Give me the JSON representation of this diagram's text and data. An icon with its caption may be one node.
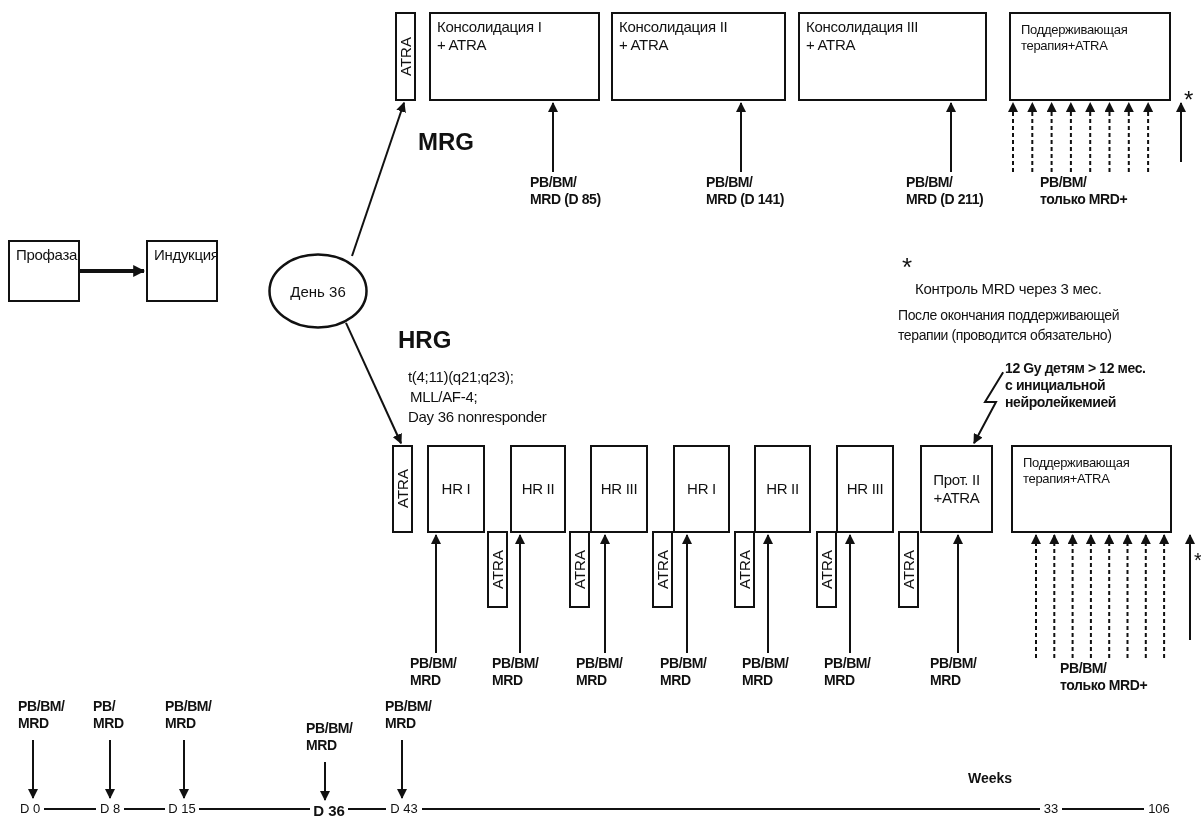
{
  "diagram": {
    "nodes": [
      {
        "text": [
          "Профаза"
        ]
      },
      {
        "text": [
          "Индукция"
        ]
      },
      {
        "text": [
          "День 36"
        ]
      },
      {
        "text": [
          "ATRA"
        ]
      },
      {
        "text": [
          "Консолидация I + ATRA"
        ]
      },
      {
        "text": [
          "Консолидация II + ATRA"
        ]
      },
      {
        "text": [
          "Консолидация III + ATRA"
        ]
      },
      {
        "text": [
          "Поддерживающая терапия+ATRA"
        ]
      },
      {
        "text": [
          "PB/BM/ MRD (D 85)"
        ]
      },
      {
        "text": [
          "PB/BM/ MRD (D 141)"
        ]
      },
      {
        "text": [
          "PB/BM/ MRD (D 211)"
        ]
      },
      {
        "text": [
          "PB/BM/ только MRD+"
        ]
      },
      {
        "text": [
          "ATRA"
        ]
      },
      {
        "text": [
          "HR I"
        ]
      },
      {
        "text": [
          "ATRA"
        ]
      },
      {
        "text": [
          "HR II"
        ]
      },
      {
        "text": [
          "ATRA"
        ]
      },
      {
        "text": [
          "HR III"
        ]
      },
      {
        "text": [
          "ATRA"
        ]
      },
      {
        "text": [
          "HR I"
        ]
      },
      {
        "text": [
          "ATRA"
        ]
      },
      {
        "text": [
          "HR II"
        ]
      },
      {
        "text": [
          "ATRA"
        ]
      },
      {
        "text": [
          "HR III"
        ]
      },
      {
        "text": [
          "ATRA"
        ]
      },
      {
        "text": [
          "Прот. II +ATRA"
        ]
      },
      {
        "text": [
          "Поддерживающая терапия+ATRA"
        ]
      },
      {
        "text": [
          "12 Gy детям > 12 мес. с инициальной нейролейкемией"
        ]
      },
      {
        "text": [
          "PB/BM/ MRD"
        ]
      },
      {
        "text": [
          "PB/BM/ MRD"
        ]
      },
      {
        "text": [
          "PB/BM/ MRD"
        ]
      },
      {
        "text": [
          "PB/BM/ MRD"
        ]
      },
      {
        "text": [
          "PB/BM/ MRD"
        ]
      },
      {
        "text": [
          "PB/BM/ MRD"
        ]
      },
      {
        "text": [
          "PB/BM/ MRD"
        ]
      },
      {
        "text": [
          "PB/BM/ только MRD+"
        ]
      },
      {
        "text": [
          "PB/BM/ MRD"
        ]
      },
      {
        "text": [
          "PB/ MRD"
        ]
      },
      {
        "text": [
          "PB/BM/ MRD"
        ]
      },
      {
        "text": [
          "PB/BM/ MRD"
        ]
      },
      {
        "text": [
          "PB/BM/ MRD"
        ]
      },
      {
        "text": [
          "D 0"
        ]
      },
      {
        "text": [
          "D 8"
        ]
      },
      {
        "text": [
          "D 15"
        ]
      },
      {
        "text": [
          "D 36"
        ]
      },
      {
        "text": [
          "D 43"
        ]
      },
      {
        "text": [
          "33"
        ]
      },
      {
        "text": [
          "106"
        ]
      }
    ],
    "edges": [
      {
        "from": 0,
        "to": 1,
        "arrow": "to",
        "style": "thick"
      },
      {
        "from": 2,
        "to": 3,
        "arrow": "to"
      },
      {
        "from": 2,
        "to": 12,
        "arrow": "to"
      },
      {
        "from": 8,
        "to": 4,
        "arrow": "to"
      },
      {
        "from": 9,
        "to": 5,
        "arrow": "to"
      },
      {
        "from": 10,
        "to": 6,
        "arrow": "to"
      },
      {
        "from": 11,
        "to": 7,
        "arrow": "to",
        "style": "dashed"
      },
      {
        "from": 11,
        "to": 7,
        "arrow": "to",
        "style": "dashed"
      },
      {
        "from": 11,
        "to": 7,
        "arrow": "to",
        "style": "dashed"
      },
      {
        "from": 11,
        "to": 7,
        "arrow": "to",
        "style": "dashed"
      },
      {
        "from": 11,
        "to": 7,
        "arrow": "to",
        "style": "dashed"
      },
      {
        "from": 11,
        "to": 7,
        "arrow": "to",
        "style": "dashed"
      },
      {
        "from": 11,
        "to": 7,
        "arrow": "to",
        "style": "dashed"
      },
      {
        "from": 11,
        "to": 7,
        "arrow": "to",
        "style": "dashed"
      },
      {
        "from": 27,
        "to": 25,
        "arrow": "to"
      },
      {
        "from": 28,
        "to": 13,
        "arrow": "to"
      },
      {
        "from": 29,
        "to": 15,
        "arrow": "to"
      },
      {
        "from": 30,
        "to": 17,
        "arrow": "to"
      },
      {
        "from": 31,
        "to": 19,
        "arrow": "to"
      },
      {
        "from": 32,
        "to": 21,
        "arrow": "to"
      },
      {
        "from": 33,
        "to": 23,
        "arrow": "to"
      },
      {
        "from": 34,
        "to": 25,
        "arrow": "to"
      },
      {
        "from": 35,
        "to": 26,
        "arrow": "to",
        "style": "dashed"
      },
      {
        "from": 35,
        "to": 26,
        "arrow": "to",
        "style": "dashed"
      },
      {
        "from": 35,
        "to": 26,
        "arrow": "to",
        "style": "dashed"
      },
      {
        "from": 35,
        "to": 26,
        "arrow": "to",
        "style": "dashed"
      },
      {
        "from": 35,
        "to": 26,
        "arrow": "to",
        "style": "dashed"
      },
      {
        "from": 35,
        "to": 26,
        "arrow": "to",
        "style": "dashed"
      },
      {
        "from": 35,
        "to": 26,
        "arrow": "to",
        "style": "dashed"
      },
      {
        "from": 35,
        "to": 26,
        "arrow": "to",
        "style": "dashed"
      },
      {
        "from": 36,
        "to": 41,
        "arrow": "to"
      },
      {
        "from": 37,
        "to": 42,
        "arrow": "to"
      },
      {
        "from": 38,
        "to": 43,
        "arrow": "to"
      },
      {
        "from": 39,
        "to": 44,
        "arrow": "to"
      },
      {
        "from": 40,
        "to": 45,
        "arrow": "to"
      },
      {
        "from": 41,
        "to": 42,
        "arrow": "none"
      },
      {
        "from": 42,
        "to": 43,
        "arrow": "none"
      },
      {
        "from": 43,
        "to": 44,
        "arrow": "none"
      },
      {
        "from": 44,
        "to": 45,
        "arrow": "none"
      },
      {
        "from": 45,
        "to": 46,
        "arrow": "none"
      },
      {
        "from": 46,
        "to": 47,
        "arrow": "none"
      },
      {
        "from": null,
        "to": 7,
        "arrow": "to"
      },
      {
        "from": null,
        "to": 26,
        "arrow": "to"
      }
    ],
    "labels": [
      "MRG",
      "*",
      "*",
      "Контроль MRD через 3 мес.",
      "После окончания поддерживающей терапии (проводится обязательно)",
      "HRG",
      "t(4;11)(q21;q23);",
      "MLL/AF-4;",
      "Day 36 nonresponder",
      "*",
      "Weeks"
    ]
  }
}
